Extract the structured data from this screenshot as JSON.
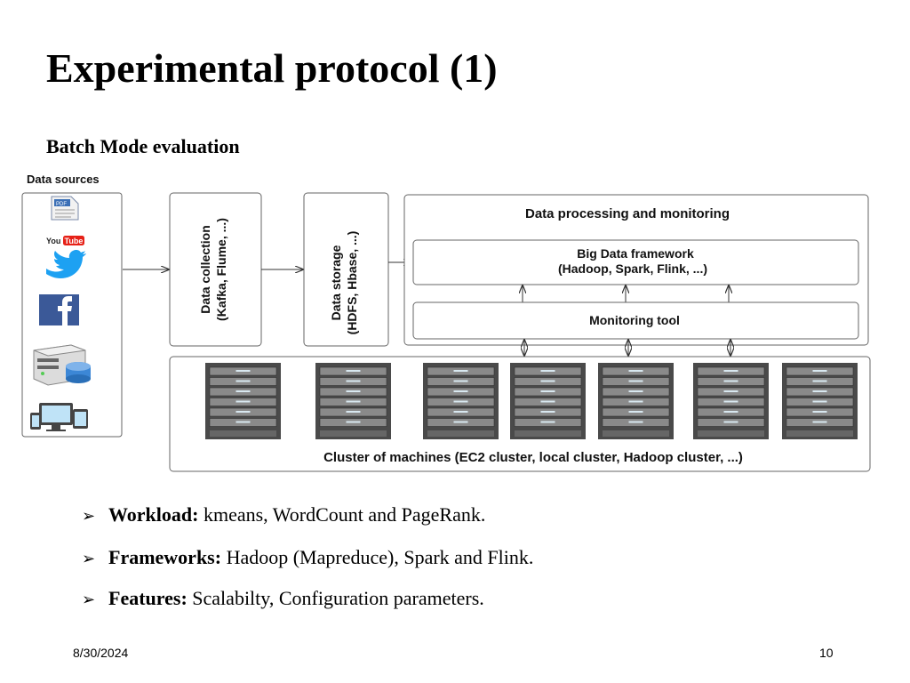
{
  "slide": {
    "title": "Experimental protocol (1)",
    "subtitle": "Batch Mode evaluation",
    "date": "8/30/2024",
    "page_number": "10"
  },
  "diagram": {
    "data_sources_label": "Data sources",
    "source_icons": [
      "pdf-file-icon",
      "youtube-logo-icon",
      "twitter-bird-icon",
      "facebook-logo-icon",
      "database-server-icon",
      "devices-icon"
    ],
    "youtube_text_you": "You",
    "youtube_text_tube": "Tube",
    "pdf_text": "PDF",
    "data_collection": {
      "line1": "Data collection",
      "line2": "(Kafka, Flume, ...)"
    },
    "data_storage": {
      "line1": "Data storage",
      "line2": "(HDFS, Hbase, ...)"
    },
    "processing_title": "Data processing and monitoring",
    "framework": {
      "line1": "Big Data framework",
      "line2": "(Hadoop, Spark, Flink, ...)"
    },
    "monitoring_tool": "Monitoring tool",
    "cluster_label": "Cluster of machines (EC2 cluster, local cluster, Hadoop cluster, ...)",
    "server_count": 7
  },
  "bullets": [
    {
      "label": "Workload:",
      "text": "kmeans, WordCount and PageRank."
    },
    {
      "label": "Frameworks:",
      "text": "Hadoop (Mapreduce), Spark and Flink."
    },
    {
      "label": "Features:",
      "text": "Scalabilty, Configuration parameters."
    }
  ],
  "colors": {
    "box_border": "#555555",
    "youtube_red": "#e62117",
    "twitter_blue": "#1da1f2",
    "facebook_blue": "#3b5998",
    "server_dark": "#4a4a4a",
    "server_light": "#8a8a8a"
  }
}
